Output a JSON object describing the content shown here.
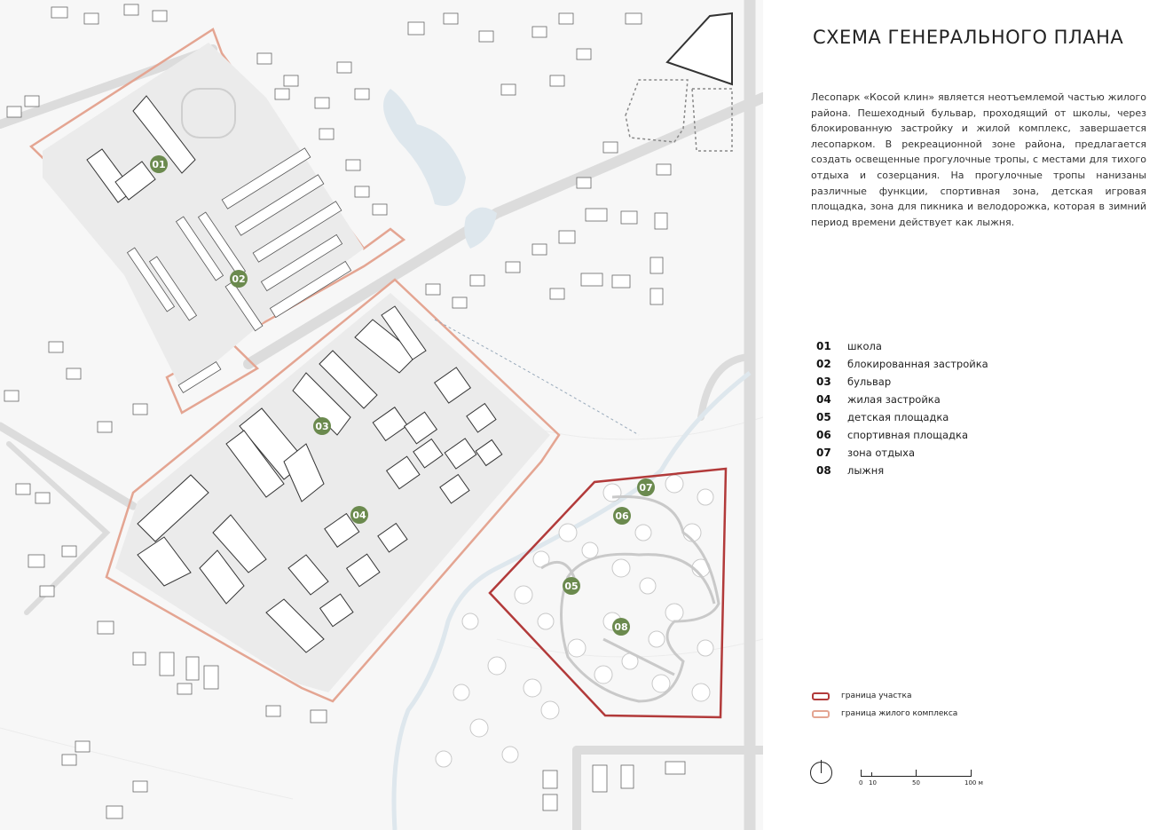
{
  "title": "СХЕМА ГЕНЕРАЛЬНОГО ПЛАНА",
  "description": "Лесопарк «Косой клин» является неотъемлемой частью жилого района.  Пешеходный бульвар, проходящий от школы, через блокированную застройку и жилой комплекс, завершается лесопарком. В рекреационной зоне района, предлагается создать освещенные прогулочные тропы, с местами для тихого отдыха и созерцания. На прогулочные тропы нанизаны различные функции, спортивная зона, детская игровая площадка, зона для пикника и велодорожка, которая в зимний период времени действует как лыжня.",
  "legend": [
    {
      "num": "01",
      "label": "школа"
    },
    {
      "num": "02",
      "label": "блокированная застройка"
    },
    {
      "num": "03",
      "label": "бульвар"
    },
    {
      "num": "04",
      "label": "жилая застройка"
    },
    {
      "num": "05",
      "label": "детская площадка"
    },
    {
      "num": "06",
      "label": "спортивная площадка"
    },
    {
      "num": "07",
      "label": "зона отдыха"
    },
    {
      "num": "08",
      "label": " лыжня"
    }
  ],
  "boundaries": {
    "site": "граница участка",
    "residential": "граница жилого комплекса"
  },
  "scale": {
    "labels": [
      "0",
      "10",
      "50",
      "100 м"
    ]
  },
  "map_markers": [
    "01",
    "02",
    "03",
    "04",
    "05",
    "06",
    "07",
    "08"
  ],
  "colors": {
    "site_boundary": "#b23a3a",
    "residential_boundary": "#e4a592",
    "marker": "#6b8a4e",
    "water": "#dde6ec",
    "road": "#d9d9d9"
  },
  "icons": {
    "north": "north-arrow-icon"
  }
}
